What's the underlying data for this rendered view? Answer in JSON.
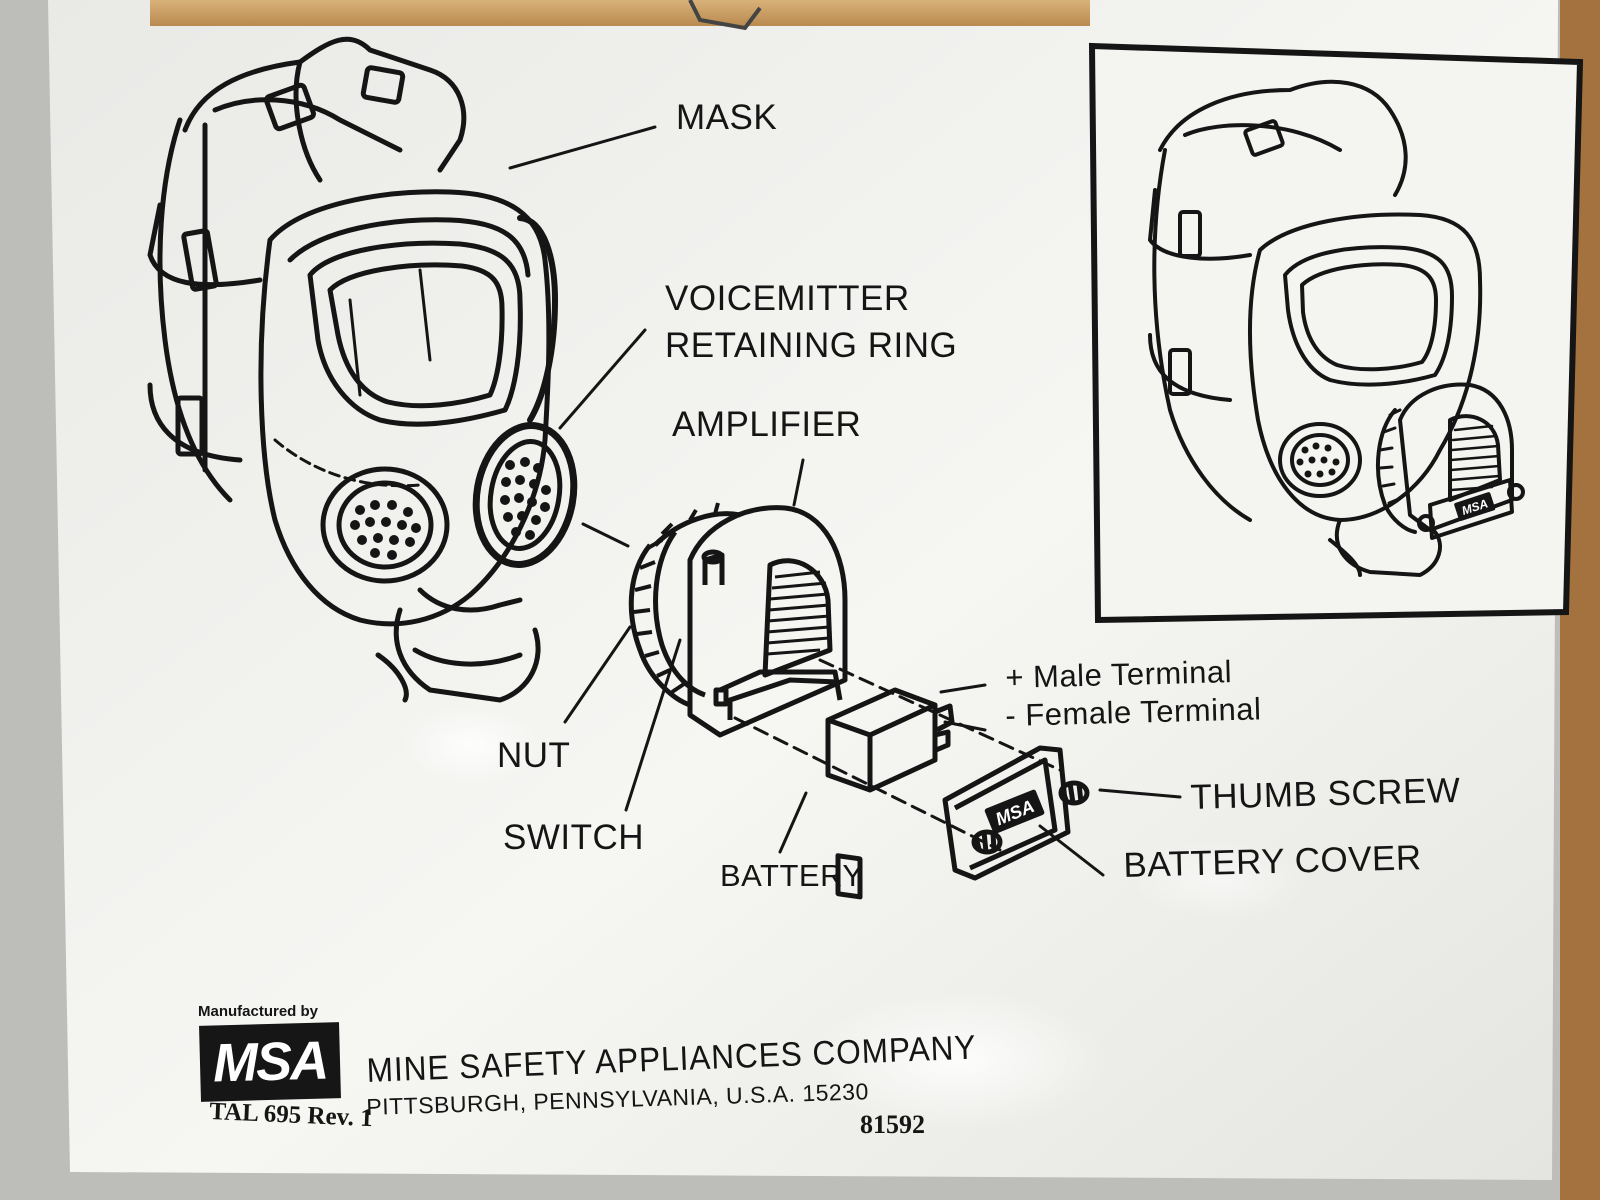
{
  "diagram": {
    "labels": {
      "mask": "MASK",
      "voicemitter_line1": "VOICEMITTER",
      "voicemitter_line2": "RETAINING RING",
      "amplifier": "AMPLIFIER",
      "male_terminal": "+  Male   Terminal",
      "female_terminal": "-  Female   Terminal",
      "nut": "NUT",
      "switch": "SWITCH",
      "battery": "BATTERY",
      "thumb_screw": "THUMB   SCREW",
      "battery_cover": "BATTERY   COVER"
    },
    "device_logo_text": "MSA",
    "icons": [
      "gas-mask-drawing",
      "amplifier-unit",
      "battery-block",
      "battery-cover-plate",
      "assembled-mask-drawing"
    ]
  },
  "footer": {
    "manufactured_by": "Manufactured by",
    "logo": "MSA",
    "company": "MINE SAFETY APPLIANCES COMPANY",
    "address": "PITTSBURGH, PENNSYLVANIA, U.S.A. 15230",
    "doc_id": "TAL 695 Rev. 1",
    "code": "81592"
  },
  "colors": {
    "ink": "#151515",
    "paper": "#f1f1ee",
    "wood": "#c69a5f"
  }
}
